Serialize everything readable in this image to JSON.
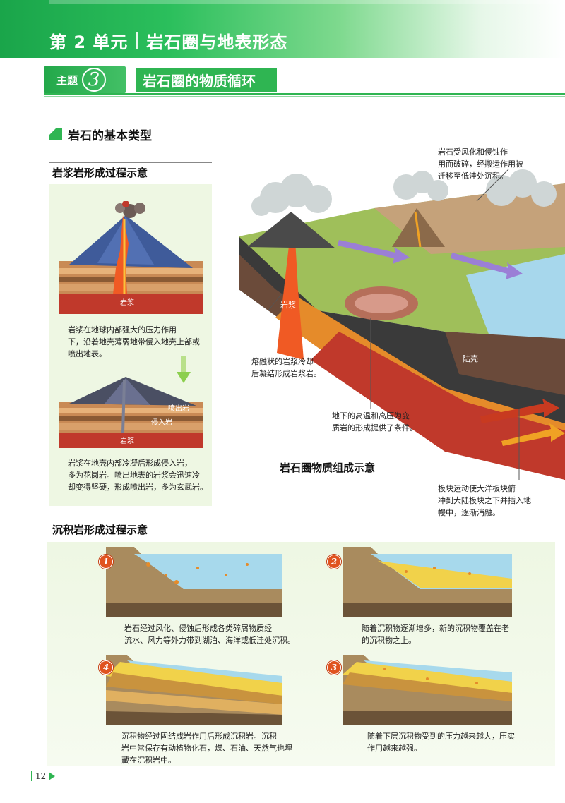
{
  "header": {
    "unit_label": "第 2 单元",
    "unit_title": "岩石圈与地表形态",
    "topic_prefix": "主题",
    "topic_number": "3",
    "topic_title": "岩石圈的物质循环"
  },
  "section": {
    "title": "岩石的基本类型"
  },
  "igneous": {
    "title": "岩浆岩形成过程示意",
    "label_magma_top": "岩浆",
    "caption1": [
      "岩浆在地球内部强大的压力作用",
      "下，沿着地壳薄弱地带侵入地壳上部或",
      "喷出地表。"
    ],
    "label_extrusive": "喷出岩",
    "label_intrusive": "侵入岩",
    "label_magma_bottom": "岩浆",
    "caption2": [
      "岩浆在地壳内部冷凝后形成侵入岩，",
      "多为花岗岩。喷出地表的岩浆会迅速冷",
      "却变得坚硬，形成喷出岩，多为玄武岩。"
    ]
  },
  "lithosphere_map": {
    "title": "岩石圈物质组成示意",
    "label_magma": "岩浆",
    "label_crust": "陆壳",
    "callout_weathering": [
      "岩石受风化和侵蚀作",
      "用而破碎，经搬运作用被",
      "迁移至低洼处沉积。"
    ],
    "callout_cooling": [
      "熔融状的岩浆冷却",
      "后凝结形成岩浆岩。"
    ],
    "callout_metamorphic": [
      "地下的高温和高压为变",
      "质岩的形成提供了条件。"
    ],
    "callout_plate": [
      "板块运动使大洋板块俯",
      "冲到大陆板块之下并插入地",
      "幔中，逐渐消融。"
    ]
  },
  "sedimentary": {
    "title": "沉积岩形成过程示意",
    "steps": [
      {
        "num": "1",
        "caption": [
          "岩石经过风化、侵蚀后形成各类碎屑物质经",
          "流水、风力等外力带到湖泊、海洋或低洼处沉积。"
        ]
      },
      {
        "num": "2",
        "caption": [
          "随着沉积物逐渐增多，新的沉积物覆盖在老",
          "的沉积物之上。"
        ]
      },
      {
        "num": "3",
        "caption": [
          "随着下层沉积物受到的压力越来越大，压实",
          "作用越来越强。"
        ]
      },
      {
        "num": "4",
        "caption": [
          "沉积物经过固结成岩作用后形成沉积岩。沉积",
          "岩中常保存有动植物化石，煤、石油、天然气也埋",
          "藏在沉积岩中。"
        ]
      }
    ]
  },
  "page_number": "12"
}
